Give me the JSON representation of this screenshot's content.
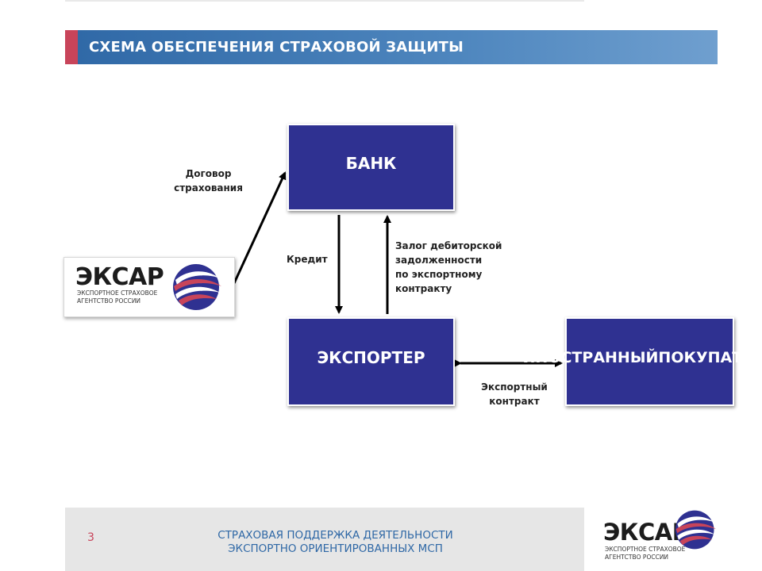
{
  "header": {
    "title": "СХЕМА ОБЕСПЕЧЕНИЯ СТРАХОВОЙ ЗАЩИТЫ"
  },
  "nodes": {
    "bank": "БАНК",
    "exporter": "ЭКСПОРТЕР",
    "buyer_line1": "ИНОСТРАННЫЙ",
    "buyer_line2": "ПОКУПАТЕЛЬ"
  },
  "edges": {
    "insurance_contract_line1": "Договор",
    "insurance_contract_line2": "страхования",
    "credit": "Кредит",
    "pledge_line1": "Залог дебиторской",
    "pledge_line2": "задолженности",
    "pledge_line3": "по экспортному",
    "pledge_line4": "контракту",
    "export_contract_line1": "Экспортный",
    "export_contract_line2": "контракт"
  },
  "logo": {
    "word": "ЭКСАР",
    "sub_line1": "ЭКСПОРТНОЕ СТРАХОВОЕ",
    "sub_line2": "АГЕНТСТВО РОССИИ"
  },
  "footer": {
    "page_number": "3",
    "text_line1": "СТРАХОВАЯ ПОДДЕРЖКА ДЕЯТЕЛЬНОСТИ",
    "text_line2": "ЭКСПОРТНО ОРИЕНТИРОВАННЫХ МСП"
  },
  "colors": {
    "header": "#2f68a6",
    "accent": "#c8445a",
    "node": "#2f3191"
  }
}
